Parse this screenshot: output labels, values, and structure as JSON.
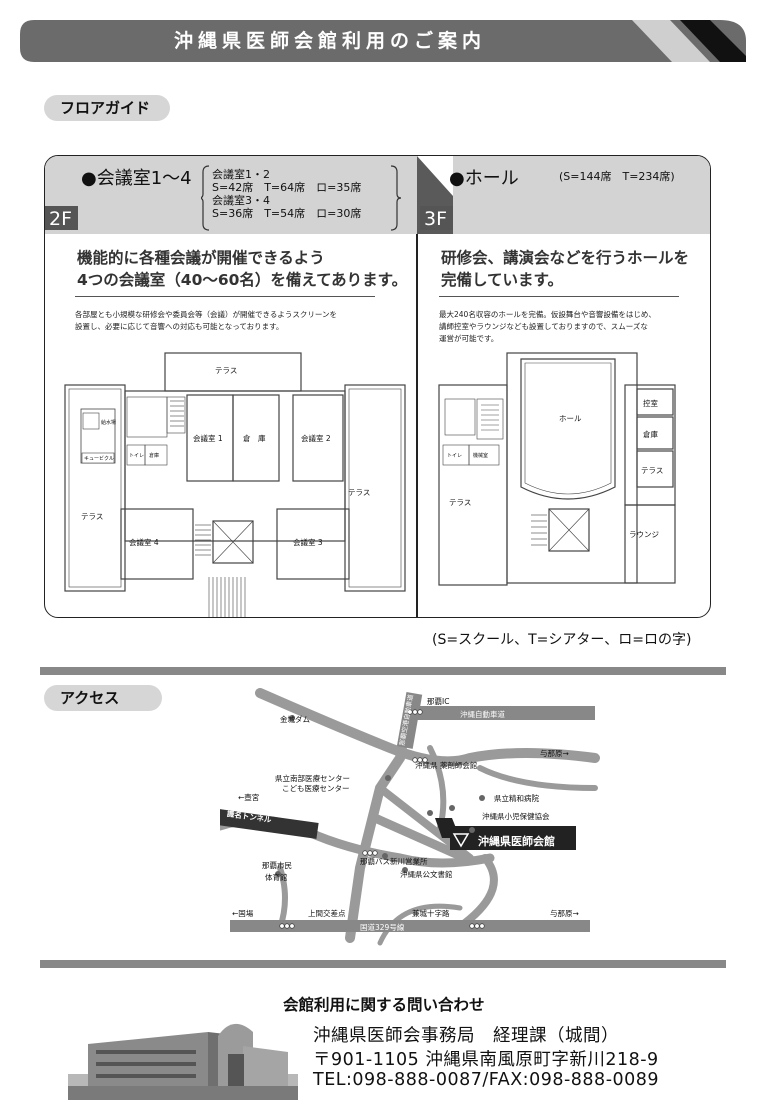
{
  "header": {
    "title": "沖縄県医師会館利用のご案内"
  },
  "floor_guide": {
    "label": "フロアガイド"
  },
  "floor2": {
    "tag": "2F",
    "room_title": "●会議室1〜4",
    "seats": [
      "会議室1・2",
      "S=42席　T=64席　ロ=35席",
      "会議室3・4",
      "S=36席　T=54席　ロ=30席"
    ],
    "headline1": "機能的に各種会議が開催できるよう",
    "headline2": "4つの会議室（40〜60名）を備えてあります。",
    "desc1": "各部屋とも小規模な研修会や委員会等（会議）が開催できるようスクリーンを",
    "desc2": "設置し、必要に応じて音響への対応も可能となっております。",
    "map": {
      "terrace_top": "テラス",
      "room1": "会議室 1",
      "storage": "倉　庫",
      "room2": "会議室 2",
      "terrace_right": "テラス",
      "terrace_left": "テラス",
      "room4": "会議室 4",
      "room3": "会議室 3",
      "kitchen": "給水場",
      "cubicle": "キュービクル",
      "toilet": "トイレ",
      "warehouse": "倉庫"
    }
  },
  "floor3": {
    "tag": "3F",
    "room_title": "●ホール",
    "seats": "(S=144席　T=234席)",
    "headline1": "研修会、講演会などを行うホールを",
    "headline2": "完備しています。",
    "desc1": "最大240名収容のホールを完備。仮設舞台や音響設備をはじめ、",
    "desc2": "講師控室やラウンジなども設置しておりますので、スムーズな",
    "desc3": "運営が可能です。",
    "map": {
      "hall": "ホール",
      "waiting": "控室",
      "storage": "倉庫",
      "terrace_right": "テラス",
      "terrace_left": "テラス",
      "lounge": "ラウンジ",
      "toilet": "トイレ",
      "machine": "機械室"
    }
  },
  "legend_note": "(S=スクール、T=シアター、ロ=ロの字)",
  "access": {
    "label": "アクセス",
    "map": {
      "naha_ic": "那覇IC",
      "expressway": "沖縄自動車道",
      "bypass": "那覇空港自動車道",
      "kanjo_dam": "金城ダム",
      "yonabaru_top": "与那原→",
      "okinawa_pharm": "沖縄県\n薬剤師会館",
      "hospital1": "県立南部医療センター",
      "hospital2": "こども医療センター",
      "seiwa": "県立精和病院",
      "child_health": "沖縄県小児保健協会",
      "ishikai": "沖縄県医師会館",
      "tsuboya": "←壺宮",
      "tunnel": "識名トンネル",
      "bus": "那覇バス新川営業所",
      "archive": "沖縄県公文書館",
      "gym1": "那覇市民",
      "gym2": "体育館",
      "kokuba": "←国場",
      "ueno": "上間交差点",
      "shinkawa": "兼城十字路",
      "yonabaru_bottom": "与那原→",
      "route329": "国道329号線"
    }
  },
  "contact": {
    "title": "会館利用に関する問い合わせ",
    "office": "沖縄県医師会事務局　経理課（城間）",
    "address": "〒901-1105 沖縄県南風原町字新川218-9",
    "tel": "TEL:098-888-0087/FAX:098-888-0089"
  }
}
